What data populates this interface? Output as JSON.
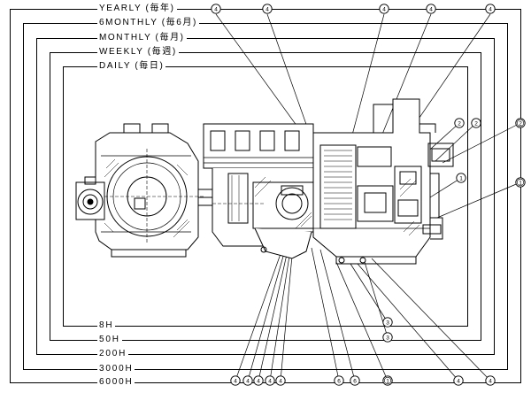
{
  "schedules": [
    {
      "id": "yearly",
      "label": "YEARLY (毎年)"
    },
    {
      "id": "6monthly",
      "label": "6MONTHLY (毎6月)"
    },
    {
      "id": "monthly",
      "label": "MONTHLY (毎月)"
    },
    {
      "id": "weekly",
      "label": "WEEKLY (毎週)"
    },
    {
      "id": "daily",
      "label": "DAILY (毎日)"
    }
  ],
  "hours": [
    {
      "id": "8h",
      "label": "8H"
    },
    {
      "id": "50h",
      "label": "50H"
    },
    {
      "id": "200h",
      "label": "200H"
    },
    {
      "id": "3000h",
      "label": "3000H"
    },
    {
      "id": "6000h",
      "label": "6000H"
    }
  ],
  "callouts": {
    "top": [
      "4",
      "4",
      "4",
      "4",
      "4"
    ],
    "right": [
      "2",
      "2",
      "2",
      "1",
      "1"
    ],
    "right_lower": [
      "3",
      "3"
    ],
    "bottom": [
      "4",
      "4",
      "4",
      "4",
      "4",
      "6",
      "6",
      "1",
      "4",
      "4"
    ]
  }
}
